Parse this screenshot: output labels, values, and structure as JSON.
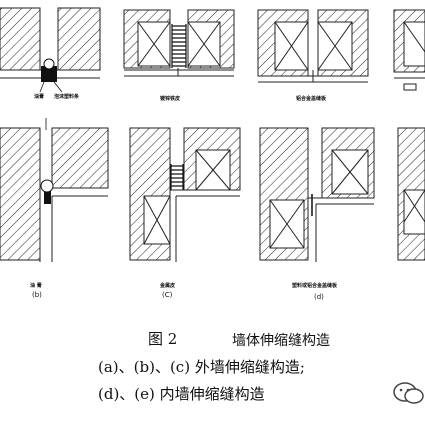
{
  "labels": {
    "a_left": "油膏",
    "a_right": "泡沫塑料条",
    "b_top": "镀锌铁皮",
    "c_top": "铝合金盖缝板",
    "d_bottom": "油  膏",
    "d_letter": "(b)",
    "e_bottom": "金属皮",
    "e_letter": "(C)",
    "f_bottom": "塑料或铝合金盖缝板",
    "f_letter": "(d)"
  },
  "caption": {
    "title": "图  2",
    "subtitle": "墙体伸缩缝构造",
    "line1": "(a)、(b)、(c) 外墙伸缩缝构造;",
    "line2": "(d)、(e) 内墙伸缩缝构造"
  }
}
